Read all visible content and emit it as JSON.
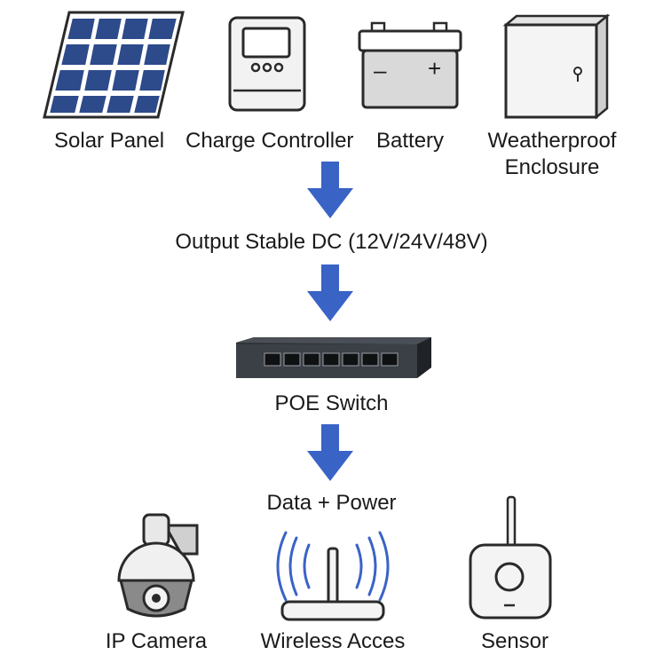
{
  "top_components": [
    {
      "label": "Solar Panel"
    },
    {
      "label": "Charge Controller"
    },
    {
      "label": "Battery"
    },
    {
      "label": "Weatherproof",
      "label2": "Enclosure"
    }
  ],
  "stages": {
    "output": "Output Stable DC (12V/24V/48V)",
    "switch": "POE Switch",
    "data_power": "Data + Power"
  },
  "battery_terminals": {
    "minus": "–",
    "plus": "+"
  },
  "bottom_devices": [
    {
      "label": "IP Camera"
    },
    {
      "label": "Wireless Acces"
    },
    {
      "label": "Sensor"
    }
  ],
  "colors": {
    "arrow": "#3a63c6",
    "panel_cell": "#2d4a8a",
    "outline": "#2a2a2a"
  }
}
